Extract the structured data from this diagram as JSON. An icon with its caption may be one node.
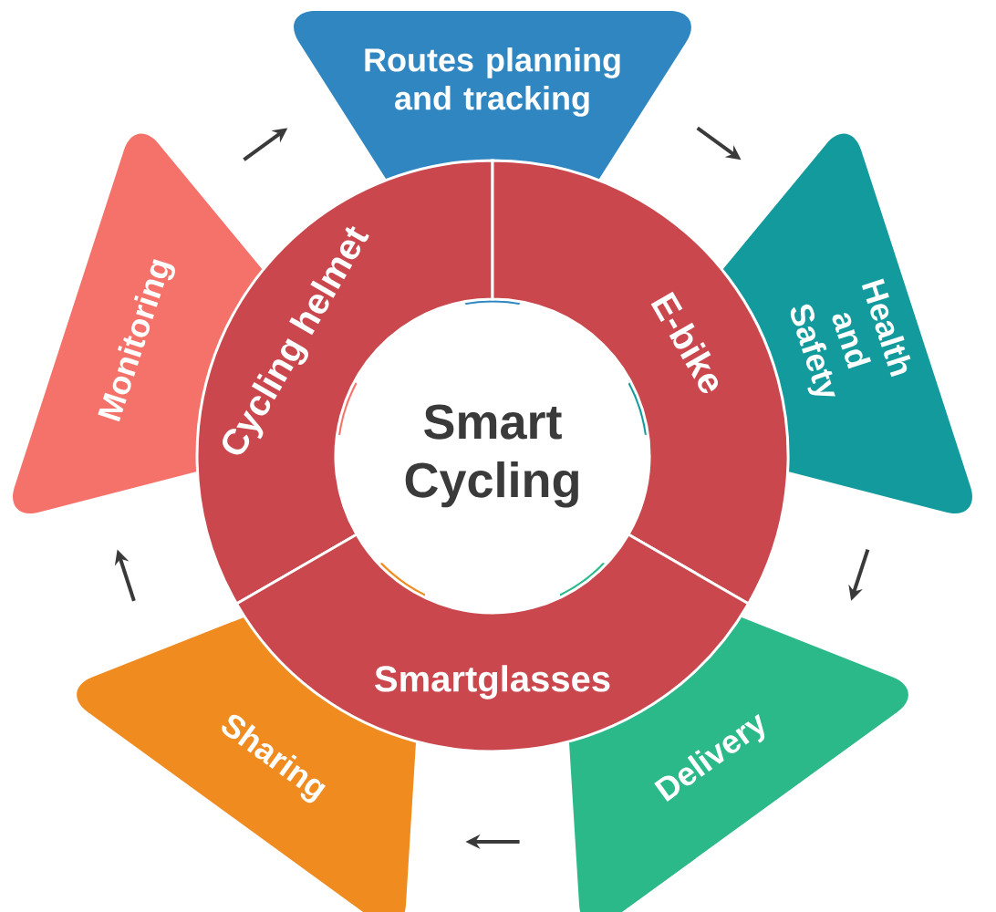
{
  "diagram": {
    "nodes": [
      {
        "text": [
          "Routes planning and tracking"
        ]
      },
      {
        "text": [
          "Health and Safety"
        ]
      },
      {
        "text": [
          "Delivery"
        ]
      },
      {
        "text": [
          "Sharing"
        ]
      },
      {
        "text": [
          "Monitoring"
        ]
      },
      {
        "text": [
          "Cycling helmet"
        ]
      },
      {
        "text": [
          "E-bike"
        ]
      },
      {
        "text": [
          "Smartglasses"
        ]
      },
      {
        "text": [
          "Smart Cycling"
        ]
      }
    ],
    "edges": [
      {
        "from": 4,
        "to": 0,
        "arrow": "to"
      },
      {
        "from": 0,
        "to": 1,
        "arrow": "to"
      },
      {
        "from": 1,
        "to": 2,
        "arrow": "to"
      },
      {
        "from": 2,
        "to": 3,
        "arrow": "to"
      },
      {
        "from": 3,
        "to": 4,
        "arrow": "to"
      }
    ]
  }
}
